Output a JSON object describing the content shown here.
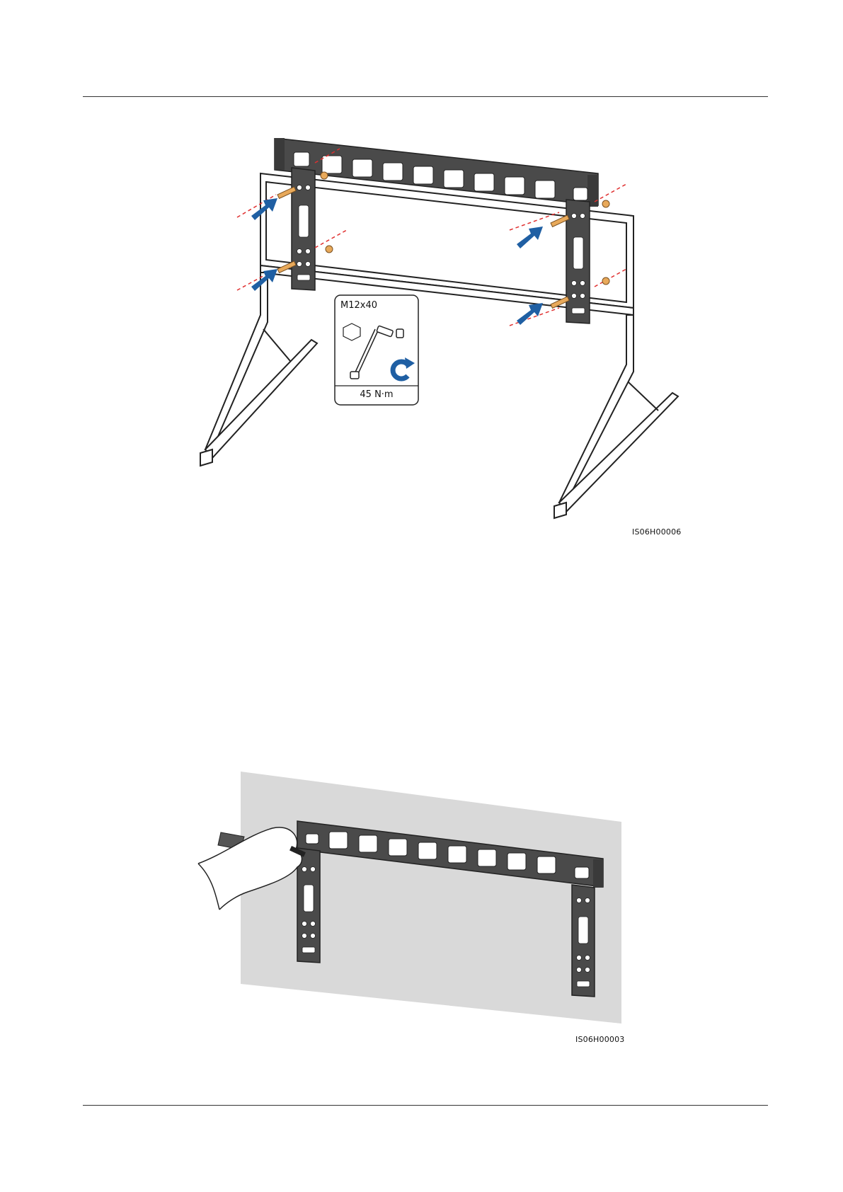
{
  "figure1": {
    "id": "IS06H00006",
    "bolt_spec": "M12x40",
    "torque": "45 N·m"
  },
  "figure2": {
    "id": "IS06H00003"
  },
  "colors": {
    "bracket": "#4a4a4a",
    "arrow_blue": "#1f5fa3",
    "bolt": "#e8a95a",
    "wall": "#d9d9d9",
    "guide_red": "#e03030"
  }
}
